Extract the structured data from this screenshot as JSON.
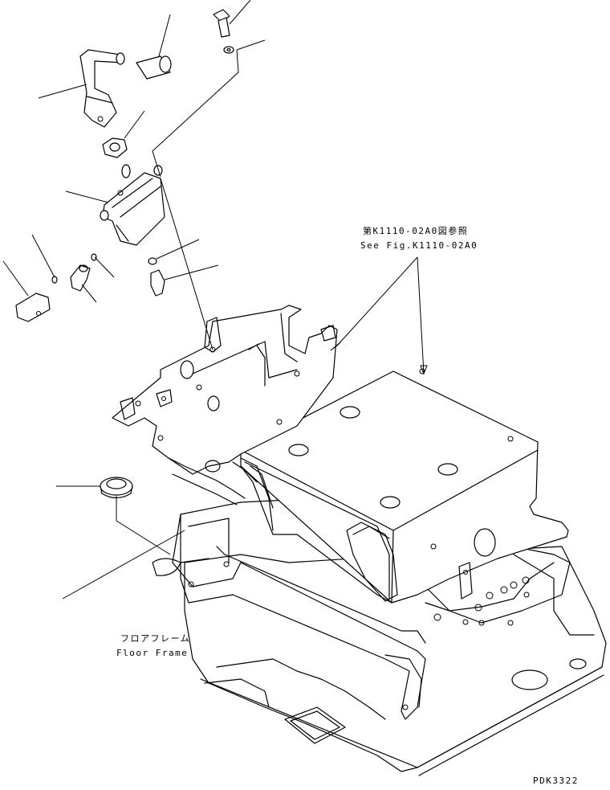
{
  "diagram": {
    "reference_label_jp": "第K1110-02A0図参照",
    "reference_label_en": "See Fig.K1110-02A0",
    "floor_frame_label_jp": "フロアフレーム",
    "floor_frame_label_en": "Floor Frame",
    "drawing_code": "PDK3322"
  }
}
